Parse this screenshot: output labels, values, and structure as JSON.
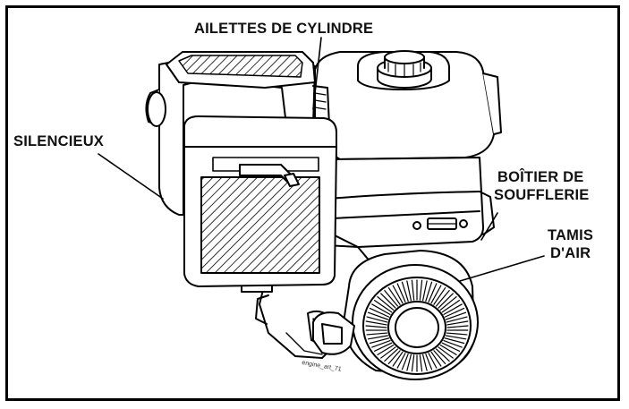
{
  "labels": {
    "cylinder_fins": "AILETTES DE CYLINDRE",
    "muffler": "SILENCIEUX",
    "blower_housing_line1": "BOÎTIER DE",
    "blower_housing_line2": "SOUFFLERIE",
    "air_screen_line1": "TAMIS",
    "air_screen_line2": "D'AIR"
  },
  "art_id": "engine_art_71",
  "colors": {
    "ink": "#000000",
    "paper": "#ffffff"
  }
}
